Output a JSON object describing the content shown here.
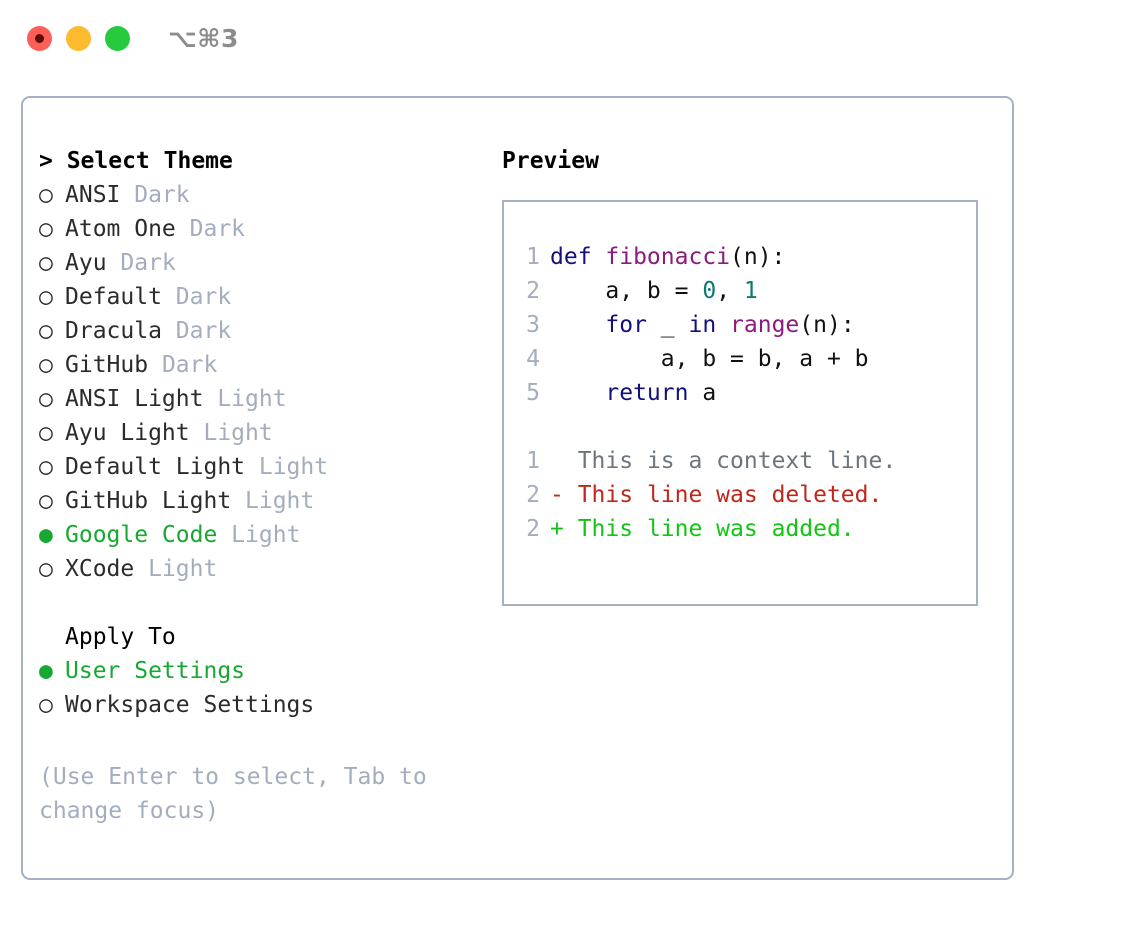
{
  "window": {
    "title": "⌥⌘3",
    "traffic_lights": [
      {
        "name": "close",
        "color": "#fb5f57"
      },
      {
        "name": "minimize",
        "color": "#fdbc2d"
      },
      {
        "name": "maximize",
        "color": "#27c93f"
      }
    ]
  },
  "theme_selector": {
    "header": "> Select Theme",
    "selected_marker": "●",
    "unselected_marker": "○",
    "options": [
      {
        "marker": "○",
        "label": "ANSI",
        "tag": "Dark",
        "selected": false
      },
      {
        "marker": "○",
        "label": "Atom One",
        "tag": "Dark",
        "selected": false
      },
      {
        "marker": "○",
        "label": "Ayu",
        "tag": "Dark",
        "selected": false
      },
      {
        "marker": "○",
        "label": "Default",
        "tag": "Dark",
        "selected": false
      },
      {
        "marker": "○",
        "label": "Dracula",
        "tag": "Dark",
        "selected": false
      },
      {
        "marker": "○",
        "label": "GitHub",
        "tag": "Dark",
        "selected": false
      },
      {
        "marker": "○",
        "label": "ANSI Light",
        "tag": "Light",
        "selected": false
      },
      {
        "marker": "○",
        "label": "Ayu Light",
        "tag": "Light",
        "selected": false
      },
      {
        "marker": "○",
        "label": "Default Light",
        "tag": "Light",
        "selected": false
      },
      {
        "marker": "○",
        "label": "GitHub Light",
        "tag": "Light",
        "selected": false
      },
      {
        "marker": "●",
        "label": "Google Code",
        "tag": "Light",
        "selected": true
      },
      {
        "marker": "○",
        "label": "XCode",
        "tag": "Light",
        "selected": false
      }
    ]
  },
  "apply_to": {
    "header": "Apply To",
    "options": [
      {
        "marker": "●",
        "label": "User Settings",
        "selected": true
      },
      {
        "marker": "○",
        "label": "Workspace Settings",
        "selected": false
      }
    ]
  },
  "hint": "(Use Enter to select, Tab to change focus)",
  "preview": {
    "title": "Preview",
    "code_lines": [
      {
        "num": "1",
        "tokens": [
          {
            "text": "def ",
            "cls": "t-kw"
          },
          {
            "text": "fibonacci",
            "cls": "t-fn"
          },
          {
            "text": "(n):",
            "cls": "t-punc"
          }
        ]
      },
      {
        "num": "2",
        "tokens": [
          {
            "text": "    a, b = ",
            "cls": "t-var"
          },
          {
            "text": "0",
            "cls": "t-num"
          },
          {
            "text": ", ",
            "cls": "t-punc"
          },
          {
            "text": "1",
            "cls": "t-num"
          }
        ]
      },
      {
        "num": "3",
        "tokens": [
          {
            "text": "    ",
            "cls": "t-var"
          },
          {
            "text": "for",
            "cls": "t-kw"
          },
          {
            "text": " _ ",
            "cls": "t-var"
          },
          {
            "text": "in",
            "cls": "t-kw"
          },
          {
            "text": " ",
            "cls": "t-var"
          },
          {
            "text": "range",
            "cls": "t-fn"
          },
          {
            "text": "(n):",
            "cls": "t-punc"
          }
        ]
      },
      {
        "num": "4",
        "tokens": [
          {
            "text": "        a, b = b, a + b",
            "cls": "t-var"
          }
        ]
      },
      {
        "num": "5",
        "tokens": [
          {
            "text": "    ",
            "cls": "t-var"
          },
          {
            "text": "return",
            "cls": "t-kw"
          },
          {
            "text": " a",
            "cls": "t-var"
          }
        ]
      }
    ],
    "diff_lines": [
      {
        "num": "1",
        "prefix": "  ",
        "text": "This is a context line.",
        "kind": "d-ctx"
      },
      {
        "num": "2",
        "prefix": "- ",
        "text": "This line was deleted.",
        "kind": "d-del"
      },
      {
        "num": "2",
        "prefix": "+ ",
        "text": "This line was added.",
        "kind": "d-add"
      }
    ]
  },
  "colors": {
    "accent_green": "#17a832",
    "muted": "#a3adbd",
    "border": "#a7b1c2",
    "keyword": "#12107c",
    "function": "#8b1a80",
    "number": "#0b7a72",
    "diff_added": "#14c414",
    "diff_deleted": "#c0271a",
    "diff_context": "#6c757d"
  }
}
